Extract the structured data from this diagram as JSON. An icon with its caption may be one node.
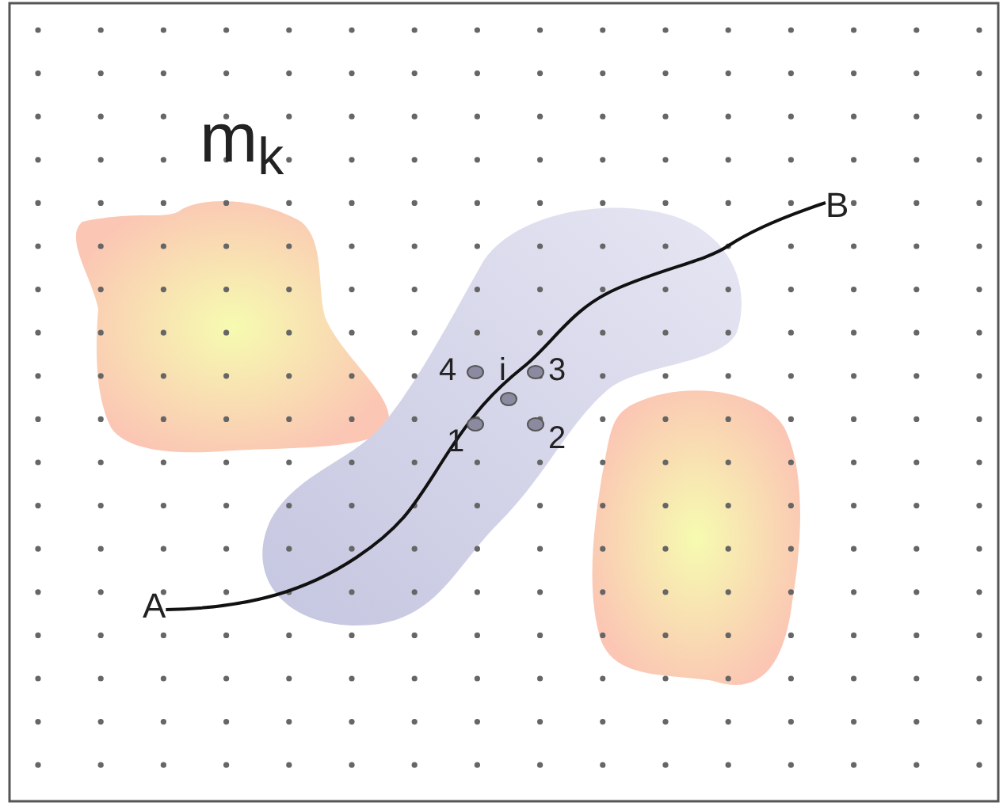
{
  "diagram": {
    "nodes": [
      {
        "text": [
          "A"
        ]
      },
      {
        "text": [
          "B"
        ]
      }
    ],
    "edges": [
      {
        "from": 0,
        "to": 1,
        "arrow": "none"
      }
    ],
    "labels": [
      "m$_{k}$",
      "4",
      "i",
      "3",
      "1",
      "2"
    ]
  }
}
